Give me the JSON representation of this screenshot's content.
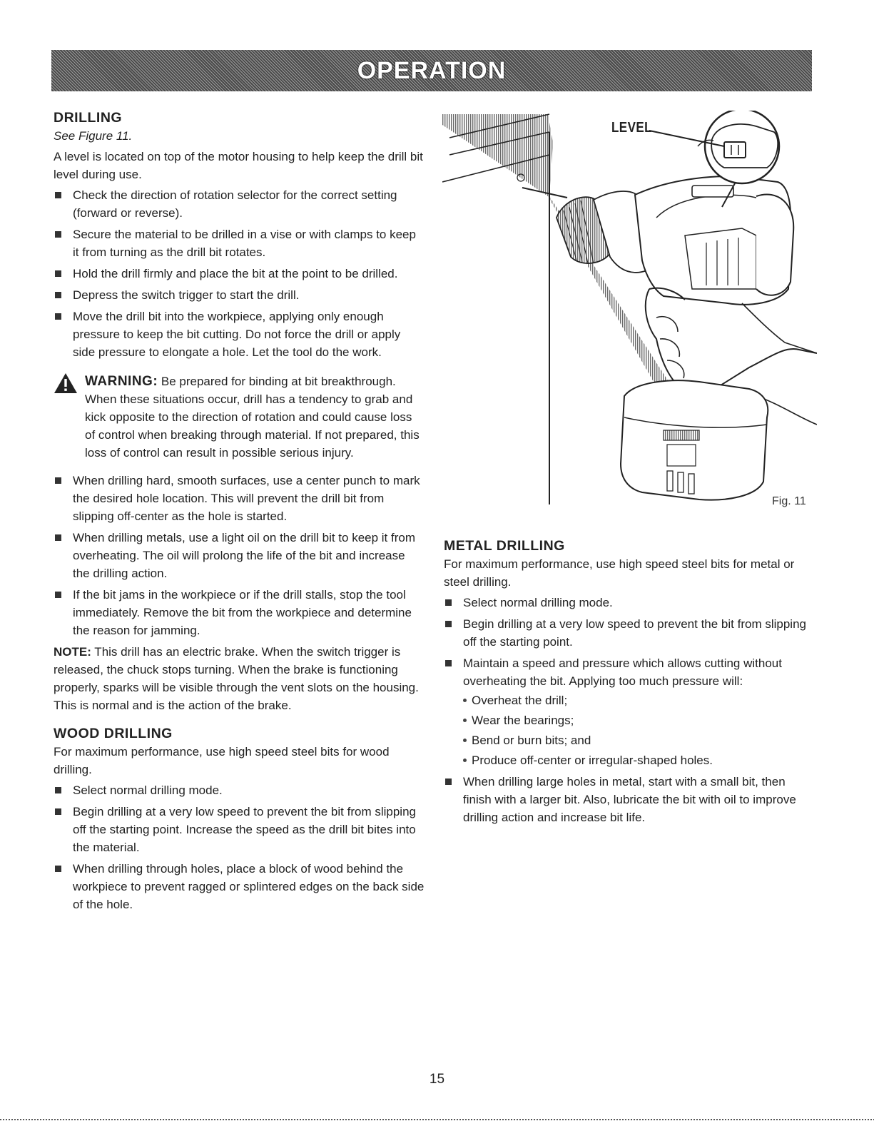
{
  "banner": {
    "title": "OPERATION"
  },
  "drilling": {
    "heading": "DRILLING",
    "see_figure": "See Figure 11.",
    "intro": "A level is located on top of the motor housing to help keep the drill bit level during use.",
    "bullets": [
      "Check the direction of rotation selector for the correct setting (forward or reverse).",
      "Secure the material to be drilled in a vise or with clamps to keep it from turning as the drill bit rotates.",
      "Hold the drill firmly and place the bit at the point to be drilled.",
      "Depress the switch trigger to start the drill.",
      "Move the drill bit into the workpiece, applying only enough pressure to keep the bit cutting. Do not force the drill or apply side pressure to elongate a hole. Let the tool do the work."
    ],
    "warning_label": "WARNING:",
    "warning_text": " Be prepared for binding at bit breakthrough. When these situations occur, drill has a tendency to grab and kick opposite to the direction of rotation and could cause loss of control when breaking through material. If not prepared, this loss of control can result in possible serious injury.",
    "bullets2": [
      "When drilling hard, smooth surfaces, use a center punch to mark the desired hole location. This will prevent the drill bit from slipping off-center as the hole is started.",
      "When drilling metals, use a light oil on the drill bit to keep it from overheating. The oil will prolong the life of the bit and increase the drilling action.",
      "If the bit jams in the workpiece or if the drill stalls, stop the tool immediately. Remove the bit from the workpiece and determine the reason for jamming."
    ],
    "note_label": "NOTE:",
    "note_text": " This drill has an electric brake. When the switch trigger is released, the chuck stops turning. When the brake is functioning properly, sparks will be visible through the vent slots on the housing. This is normal and is the action of the brake."
  },
  "wood_drilling": {
    "heading": "WOOD DRILLING",
    "intro": "For maximum performance, use high speed steel bits for wood drilling.",
    "bullets": [
      "Select normal drilling mode.",
      "Begin drilling at a very low speed to prevent the bit from slipping off the starting point. Increase the speed as the drill bit bites into the material.",
      "When drilling through holes, place a block of wood behind the workpiece to prevent ragged or splintered edges on the back side of the hole."
    ]
  },
  "metal_drilling": {
    "heading": "METAL DRILLING",
    "intro": "For maximum performance, use high speed steel bits for metal or steel drilling.",
    "bullets": [
      "Select normal drilling mode.",
      "Begin drilling at a very low speed to prevent the bit from slipping off the starting point.",
      "Maintain a speed and pressure which allows cutting without overheating the bit. Applying too much pressure will:"
    ],
    "sub_bullets": [
      "Overheat the drill;",
      "Wear the bearings;",
      "Bend or burn bits; and",
      "Produce off-center or irregular-shaped holes."
    ],
    "last_bullet": "When drilling large holes in metal, start with a small bit, then finish with a larger bit. Also, lubricate the bit with oil to improve drilling action and increase bit life."
  },
  "figure": {
    "level_label": "LEVEL",
    "caption": "Fig. 11"
  },
  "page_number": "15"
}
